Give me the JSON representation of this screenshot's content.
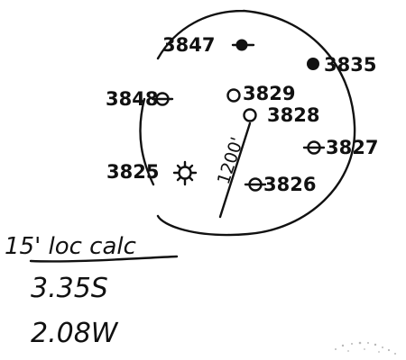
{
  "diagram": {
    "wells": [
      {
        "id": "3847",
        "symbol": "filled-circle-with-dash"
      },
      {
        "id": "3835",
        "symbol": "filled-circle"
      },
      {
        "id": "3848",
        "symbol": "open-circle-with-dash"
      },
      {
        "id": "3829",
        "symbol": "open-circle"
      },
      {
        "id": "3828",
        "symbol": "open-circle"
      },
      {
        "id": "3827",
        "symbol": "open-circle-with-dash"
      },
      {
        "id": "3825",
        "symbol": "open-circle-with-rays"
      },
      {
        "id": "3826",
        "symbol": "open-circle-with-dash"
      }
    ],
    "radius_label": "1200'"
  },
  "notes": {
    "heading": "15' loc calc",
    "line1": "3.35S",
    "line2": "2.08W"
  },
  "colors": {
    "ink": "#111111",
    "paper": "#ffffff"
  }
}
